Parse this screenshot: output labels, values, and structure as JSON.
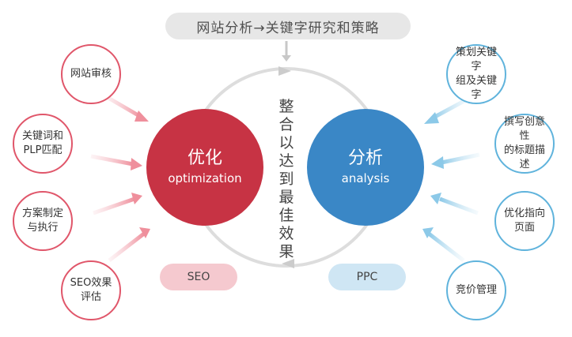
{
  "header": {
    "title": "网站分析→关键字研究和策略"
  },
  "center": {
    "vertical_text": [
      "整",
      "合",
      "以",
      "达",
      "到",
      "最",
      "佳",
      "效",
      "果"
    ]
  },
  "left_circle": {
    "title": "优化",
    "subtitle": "optimization",
    "color": "#c73344"
  },
  "right_circle": {
    "title": "分析",
    "subtitle": "analysis",
    "color": "#3a87c6"
  },
  "left_items": [
    {
      "label": "网站审核"
    },
    {
      "label": "关键词和\nPLP匹配"
    },
    {
      "label": "方案制定\n与执行"
    },
    {
      "label": "SEO效果\n评估"
    }
  ],
  "right_items": [
    {
      "label": "策划关键字\n组及关键字"
    },
    {
      "label": "撰写创意性\n的标题描述"
    },
    {
      "label": "优化指向\n页面"
    },
    {
      "label": "竞价管理"
    }
  ],
  "tags": {
    "left": "SEO",
    "right": "PPC"
  },
  "colors": {
    "red_ring": "#e0566a",
    "blue_ring": "#5fb3dc",
    "seo_pill": "#f5c9cf",
    "ppc_pill": "#cfe6f4",
    "ring": "#dddddd"
  }
}
